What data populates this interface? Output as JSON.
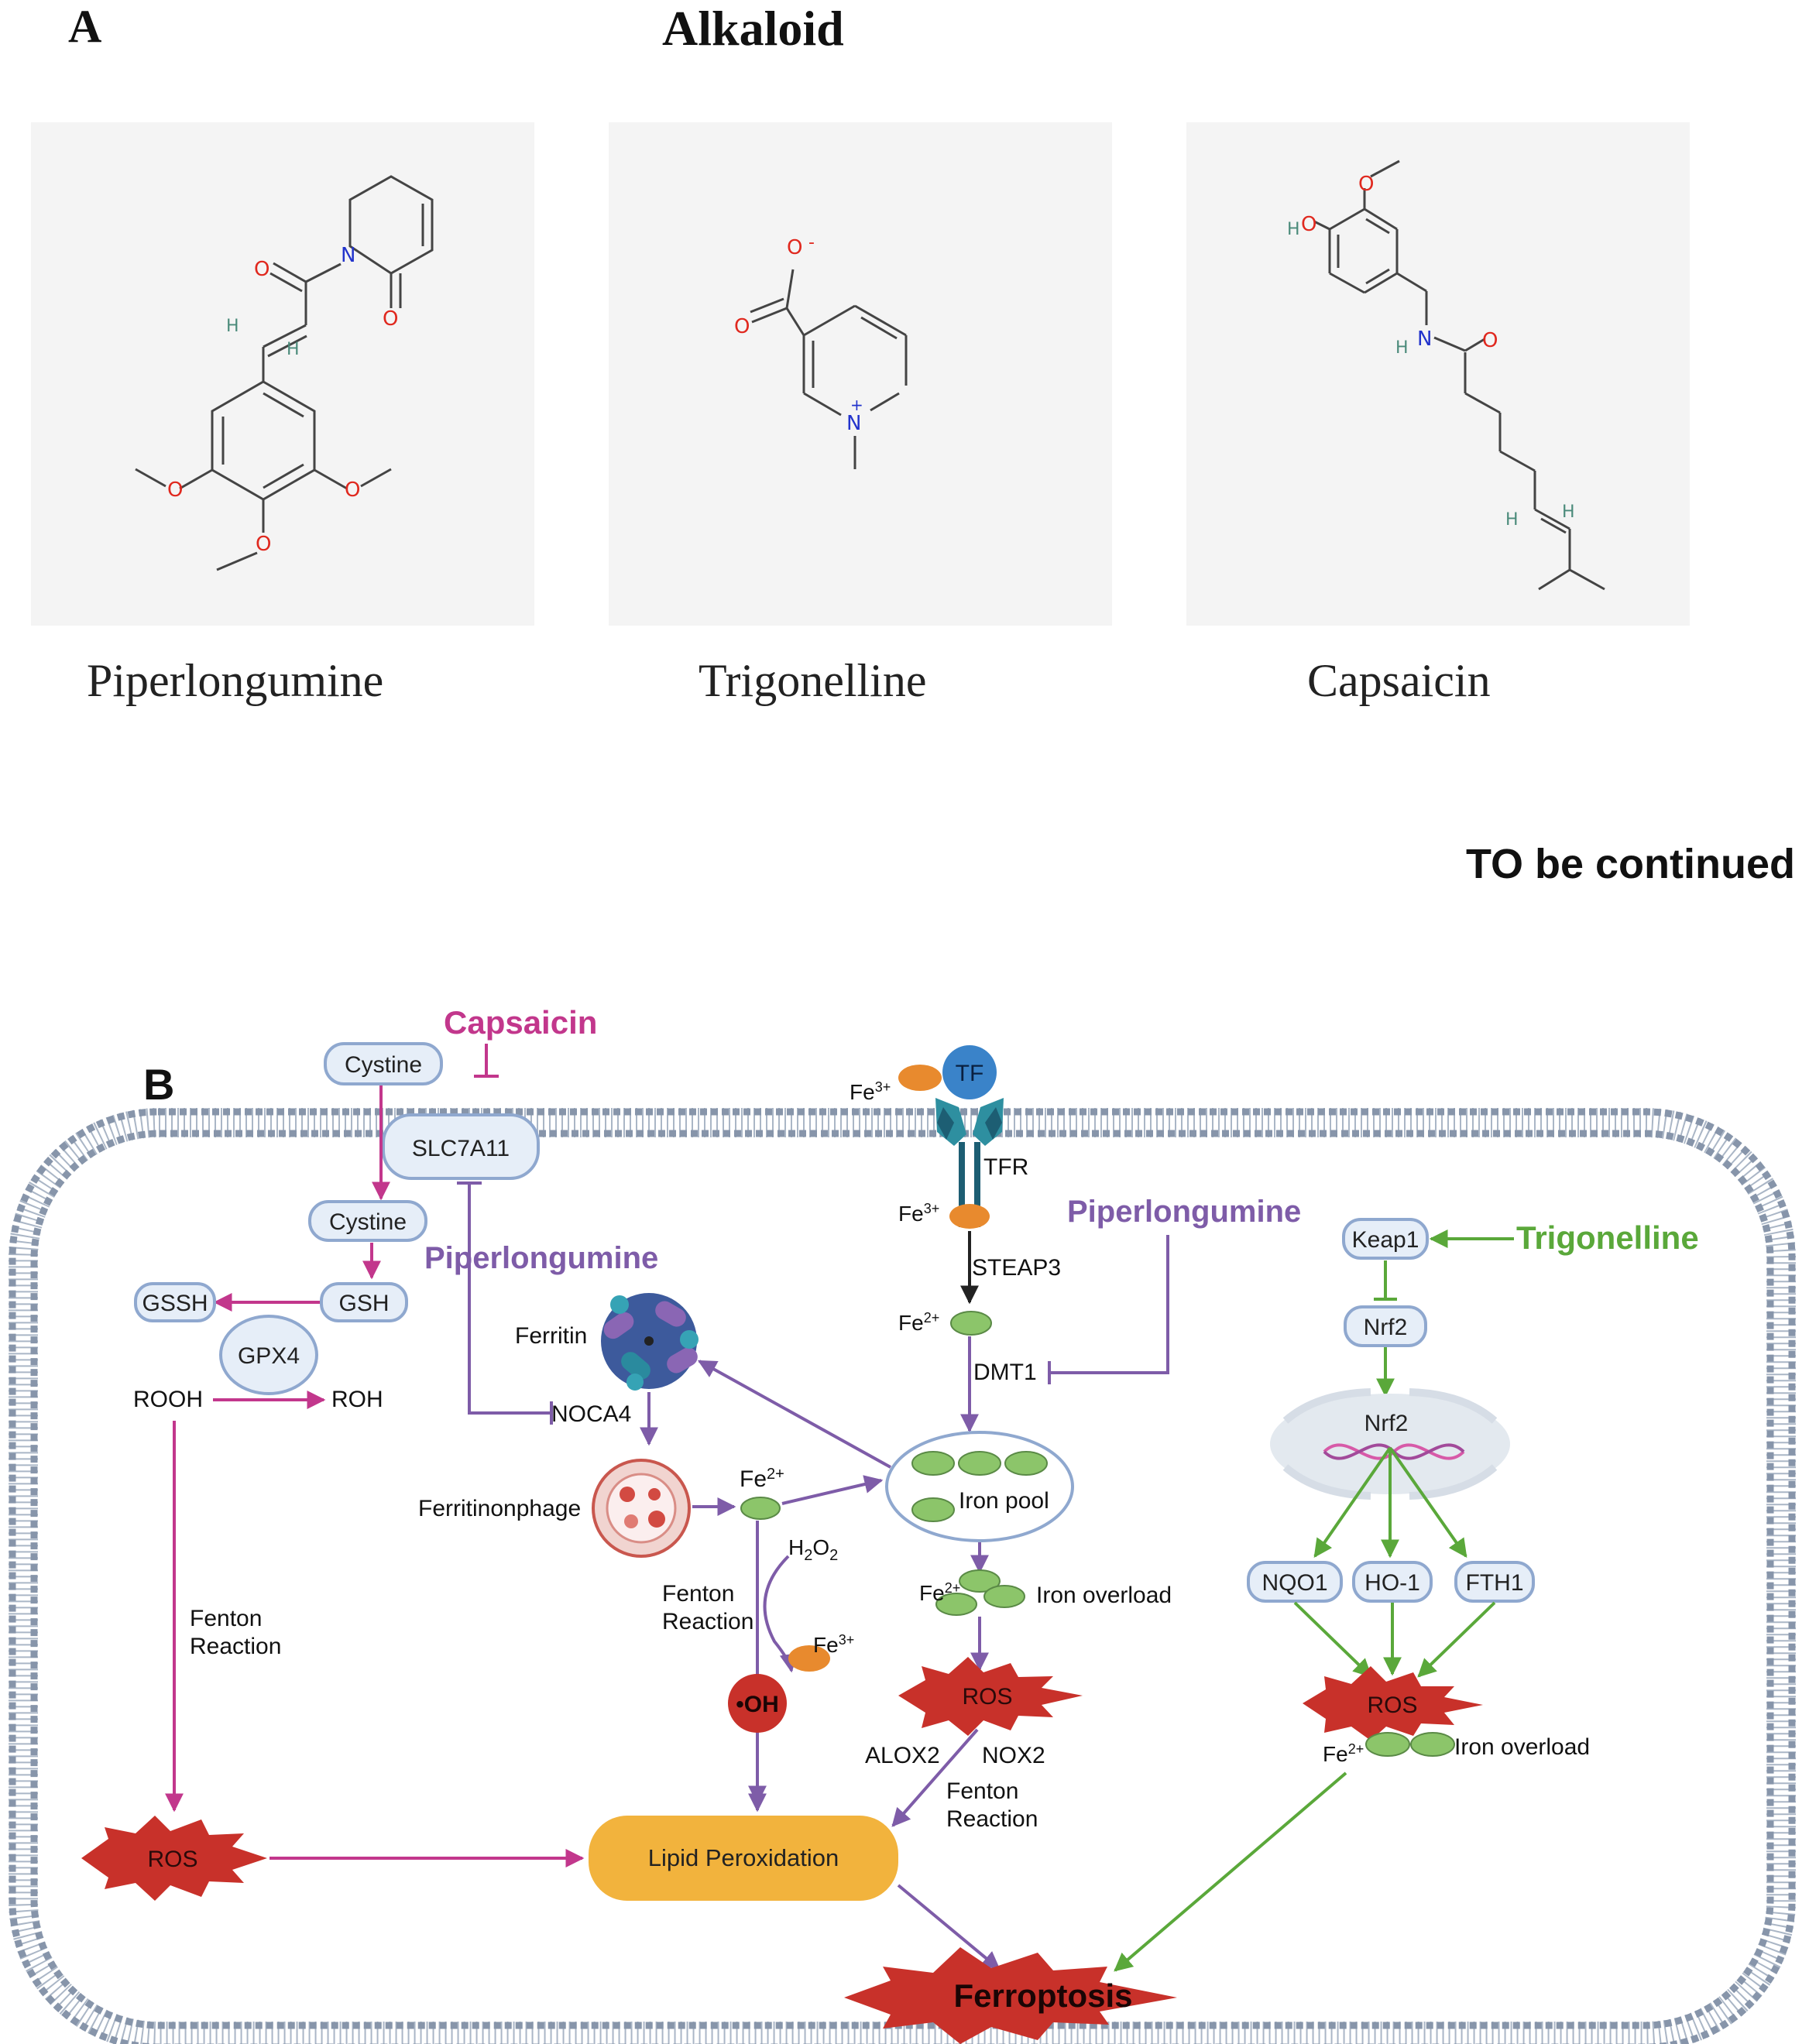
{
  "panel_a": {
    "letter": "A",
    "title": "Alkaloid",
    "molecules": [
      {
        "name": "Piperlongumine"
      },
      {
        "name": "Trigonelline"
      },
      {
        "name": "Capsaicin"
      }
    ]
  },
  "continued_note": "TO be continued",
  "panel_b": {
    "letter": "B",
    "drugs": {
      "capsaicin": "Capsaicin",
      "piperlongumine_left": "Piperlongumine",
      "piperlongumine_right": "Piperlongumine",
      "trigonelline": "Trigonelline"
    },
    "left_pathway": {
      "cystine_out": "Cystine",
      "slc7a11": "SLC7A11",
      "cystine_in": "Cystine",
      "gsh": "GSH",
      "gssh": "GSSH",
      "gpx4": "GPX4",
      "rooh": "ROOH",
      "roh": "ROH",
      "fenton_1": "Fenton",
      "fenton_2": "Reaction",
      "ros": "ROS"
    },
    "middle_pathway": {
      "ferritin": "Ferritin",
      "noca4": "NOCA4",
      "ferritinophage": "Ferritinonphage",
      "fe2_a": "Fe",
      "fe2_a_sup": "2+",
      "h2o2_h": "H",
      "h2o2_2a": "2",
      "h2o2_o": "O",
      "h2o2_2b": "2",
      "fenton_1": "Fenton",
      "fenton_2": "Reaction",
      "fe3_b": "Fe",
      "fe3_b_sup": "3+",
      "oh": "•OH",
      "lipid": "Lipid Peroxidation"
    },
    "iron_pathway": {
      "fe3_out": "Fe",
      "fe3_out_sup": "3+",
      "tf": "TF",
      "tfr": "TFR",
      "fe3_in": "Fe",
      "fe3_in_sup": "3+",
      "steap3": "STEAP3",
      "fe2": "Fe",
      "fe2_sup": "2+",
      "dmt1": "DMT1",
      "iron_pool": "Iron pool",
      "fe2_overload": "Fe",
      "fe2_overload_sup": "2+",
      "iron_overload": "Iron overload",
      "ros": "ROS",
      "alox2": "ALOX2",
      "nox2": "NOX2",
      "fenton_1": "Fenton",
      "fenton_2": "Reaction"
    },
    "nrf2_pathway": {
      "keap1": "Keap1",
      "nrf2": "Nrf2",
      "nrf2_nucleus": "Nrf2",
      "nqo1": "NQO1",
      "ho1": "HO-1",
      "fth1": "FTH1",
      "ros": "ROS",
      "fe2": "Fe",
      "fe2_sup": "2+",
      "iron_overload": "Iron overload"
    },
    "outcome": "Ferroptosis",
    "colors": {
      "capsaicin": "#c2378c",
      "piperlongumine": "#7e5ca8",
      "trigonelline": "#5aa83a",
      "ros": "#c8312a",
      "lipid": "#f2b33d",
      "node_fill": "#e6eef8",
      "node_stroke": "#8fa8cf",
      "fe3": "#e88a2e",
      "fe2": "#8cc56a"
    }
  }
}
